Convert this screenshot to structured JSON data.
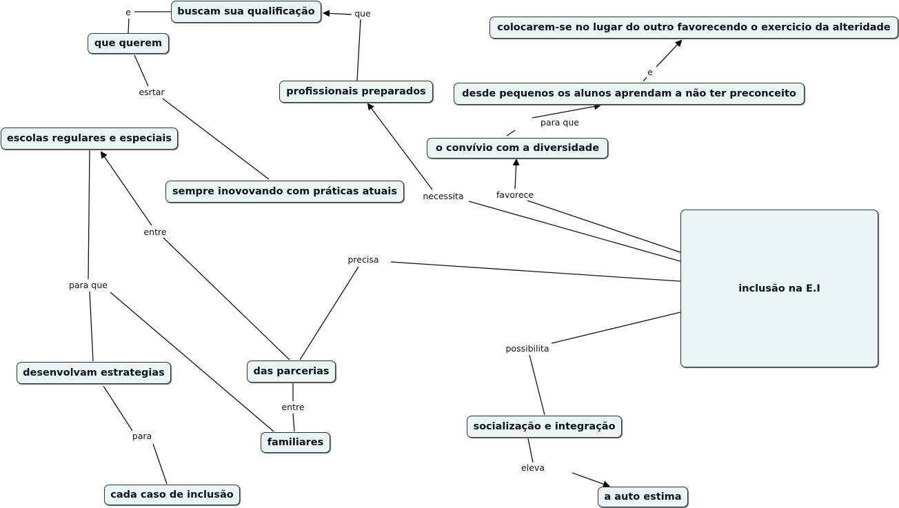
{
  "concepts": {
    "buscam": "buscam sua qualificação",
    "querem": "que querem",
    "profissionais": "profissionais preparados",
    "colocarem": "colocarem-se no lugar do outro favorecendo o exercicio da alteridade",
    "desde": "desde pequenos  os alunos aprendam a não ter preconceito",
    "convivio": "o convívio com a diversidade",
    "escolas": "escolas regulares e especiais",
    "sempre": "sempre inovovando com práticas atuais",
    "inclusao": "inclusão na E.I",
    "desenvolvam": "desenvolvam estrategias",
    "parcerias": "das parcerias",
    "familiares": "familiares",
    "cada": "cada caso de inclusão",
    "socializacao": "socialização e integração",
    "auto": "a auto estima"
  },
  "links": {
    "e1": "e",
    "que": "que",
    "esrtar": "esrtar",
    "e2": "e",
    "para_que1": "para que",
    "necessita": "necessita",
    "favorece": "favorece",
    "entre1": "entre",
    "precisa": "precisa",
    "para_que2": "para que",
    "entre2": "entre",
    "para": "para",
    "possibilita": "possibilita",
    "eleva": "eleva"
  }
}
